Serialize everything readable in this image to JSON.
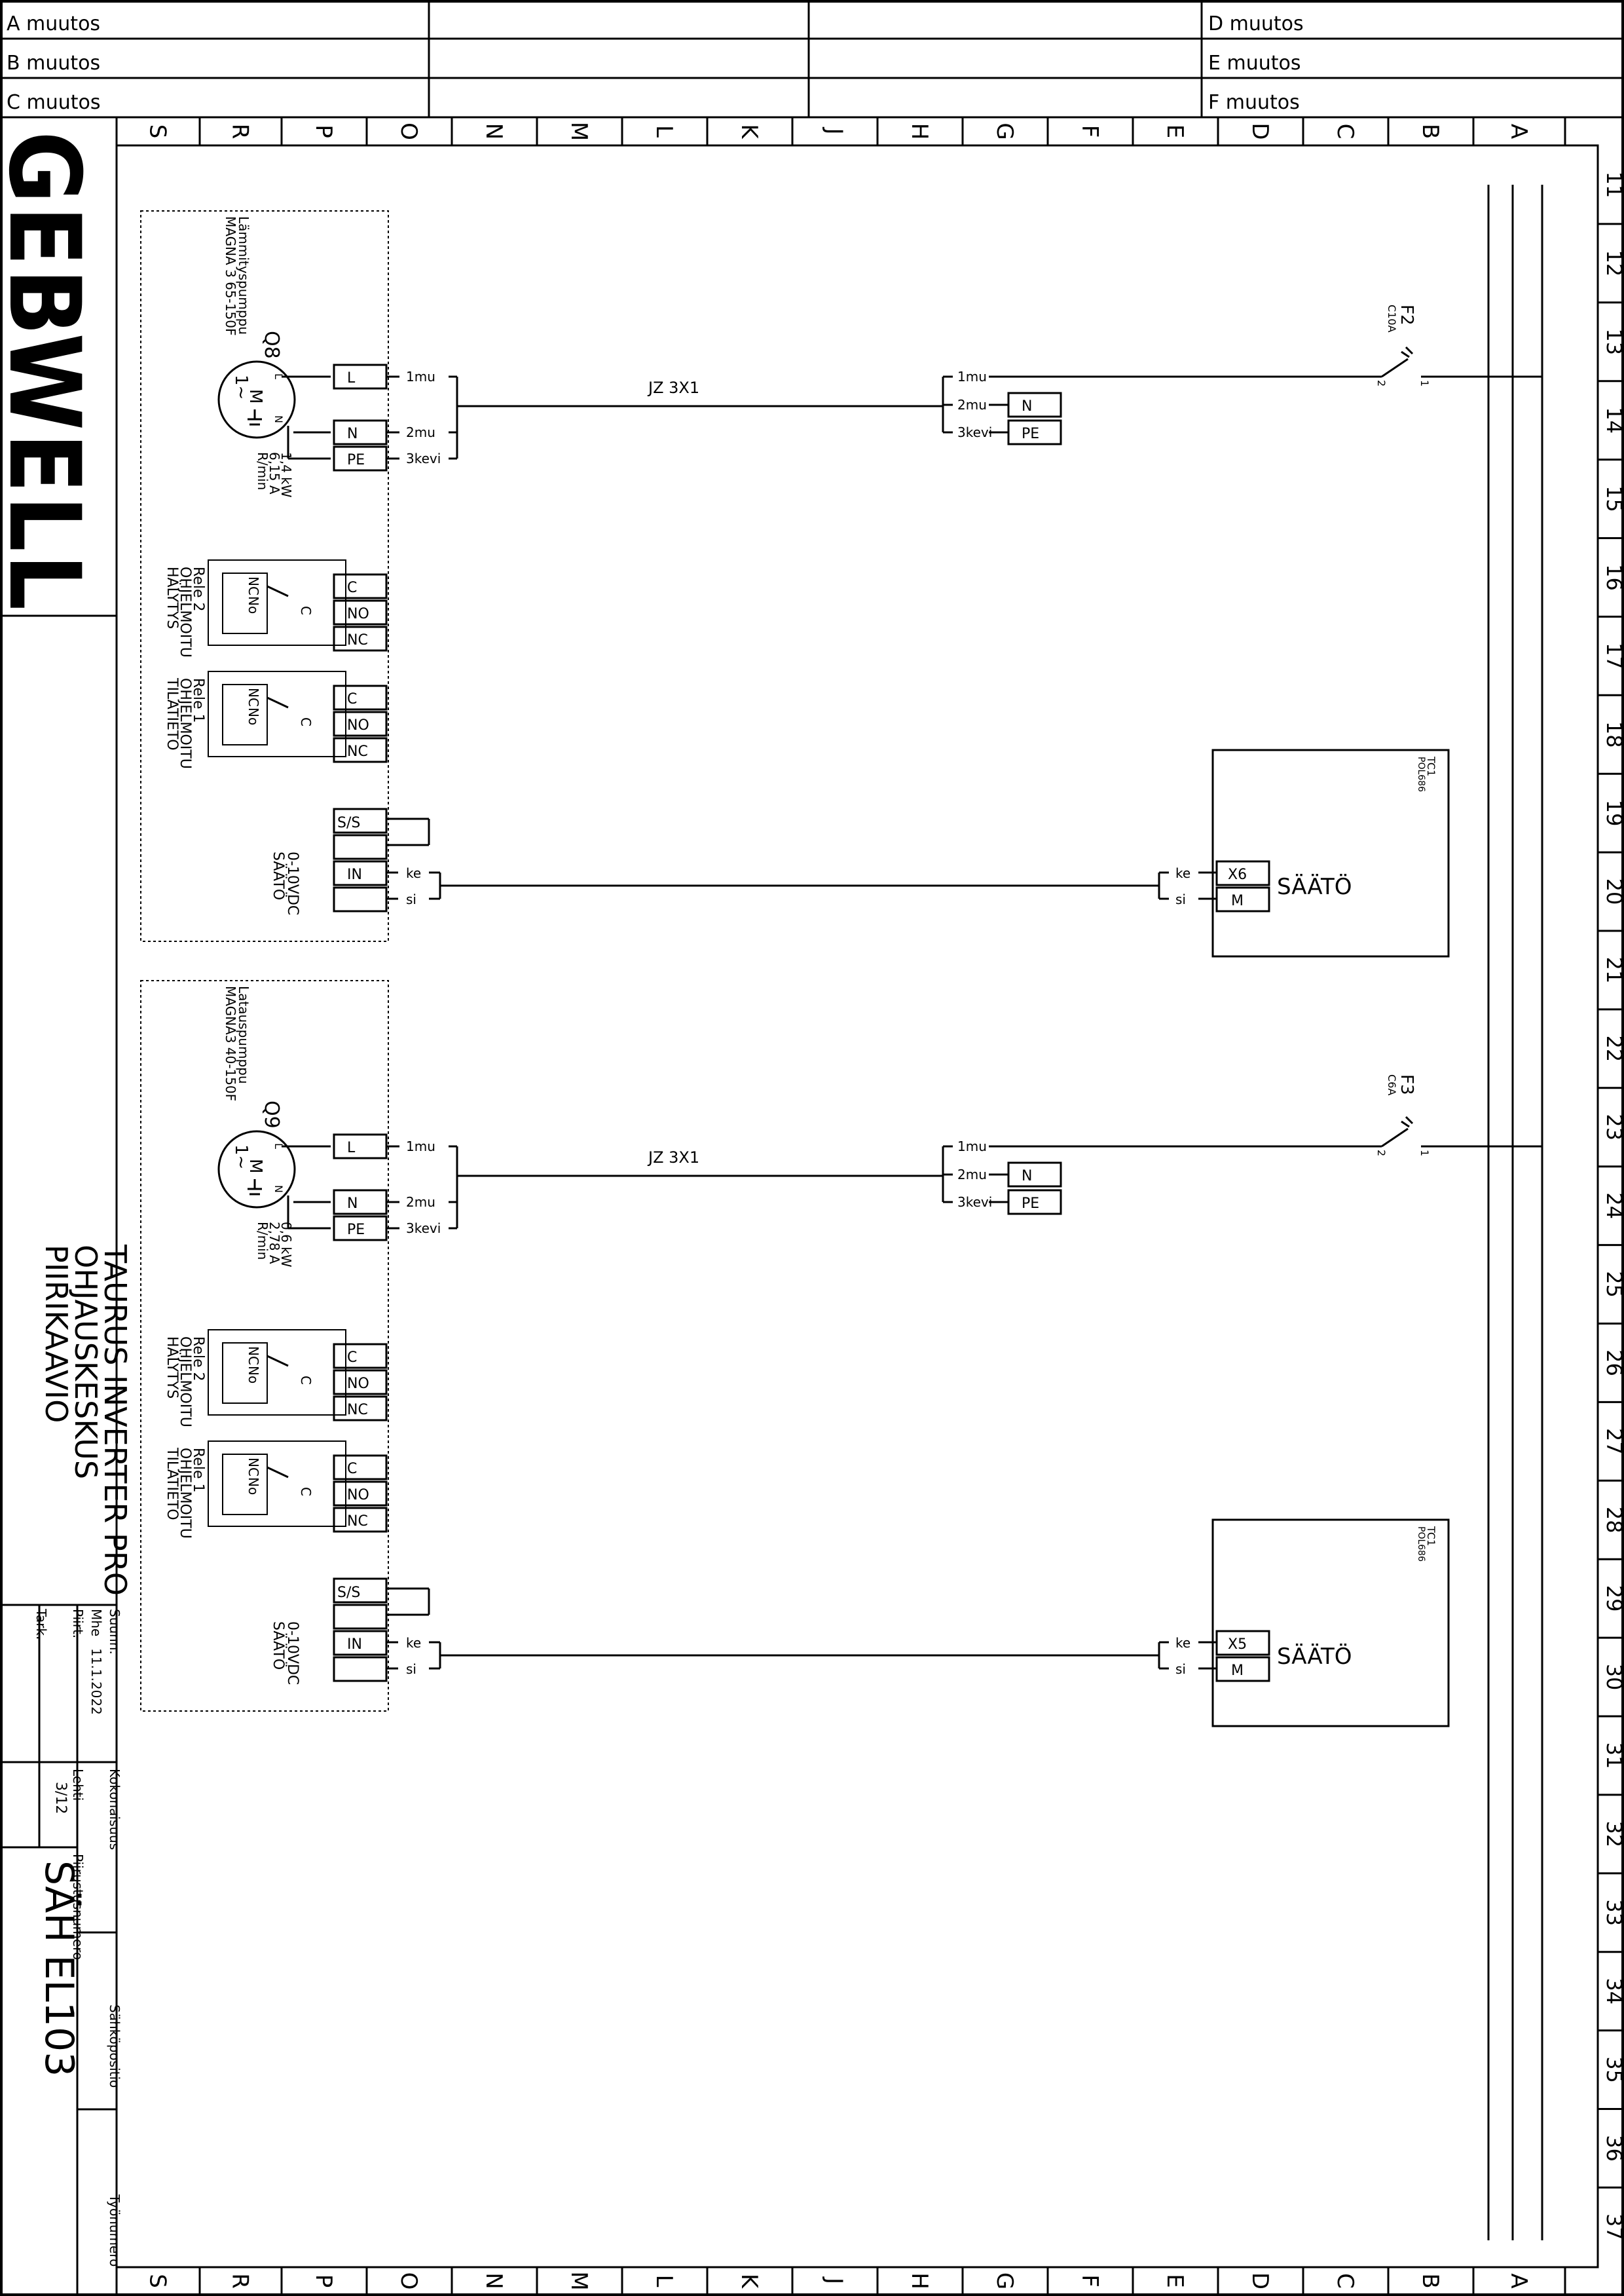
{
  "revisions": {
    "left": [
      "A muutos",
      "B muutos",
      "C muutos"
    ],
    "right": [
      "D muutos",
      "E muutos",
      "F muutos"
    ]
  },
  "zones": [
    "S",
    "R",
    "P",
    "O",
    "N",
    "M",
    "L",
    "K",
    "J",
    "H",
    "G",
    "F",
    "E",
    "D",
    "C",
    "B",
    "A"
  ],
  "rows": [
    "11",
    "12",
    "13",
    "14",
    "15",
    "16",
    "17",
    "18",
    "19",
    "20",
    "21",
    "22",
    "23",
    "24",
    "25",
    "26",
    "27",
    "28",
    "29",
    "30",
    "31",
    "32",
    "33",
    "34",
    "35",
    "36",
    "37"
  ],
  "title_block": {
    "logo": "GEBWELL",
    "title_lines": [
      "TAURUS INVERTER PRO",
      "OHJAUSKESKUS",
      "PIIRIKAAVIO"
    ],
    "suunn_label": "Suunn.",
    "mhe_label": "Mhe",
    "date": "11.1.2022",
    "piirt_label": "Piirt.",
    "tark_label": "Tark.",
    "kokonaisuus_label": "Kokonaisuus",
    "lehti_label": "Lehti",
    "lehti_value": "3/12",
    "piirustusnumero_label": "Piirustusnumero",
    "drawing_number": "SÄH EL103",
    "sahkopositio_label": "Sähköpositio",
    "tyonumero_label": "Työnumero"
  },
  "circuits": [
    {
      "pump_ref": "Q8",
      "pump_desc": [
        "Lämmityspumppu",
        "MAGNA 3 65-150F"
      ],
      "pump_spec": [
        "1,4 kW",
        "6,15 A",
        "R/min"
      ],
      "motor_m": "M",
      "motor_phase": "1~",
      "motor_l": "L",
      "motor_n": "N",
      "terminals": [
        "L",
        "N",
        "PE"
      ],
      "wires": [
        "1mu",
        "2mu",
        "3kevi"
      ],
      "cable": "JZ 3X1",
      "far_wires": [
        "1mu",
        "2mu",
        "3kevi"
      ],
      "far_terms": [
        "N",
        "PE"
      ],
      "fuse_ref": "F2",
      "fuse_rating": "C10A",
      "fuse_pin1": "1",
      "fuse_pin2": "2",
      "relay2": [
        "Rele 2",
        "OHJELMOITU",
        "HÄLYTYS"
      ],
      "relay1": [
        "Rele 1",
        "OHJELMOITU",
        "TILATIETO"
      ],
      "relay_contacts": [
        "C",
        "NO",
        "NC"
      ],
      "relay_symbol": [
        "NC",
        "No",
        "C"
      ],
      "control_terms": [
        "S/S",
        "IN"
      ],
      "control_desc": [
        "0-10VDC",
        "SÄÄTÖ"
      ],
      "signal_wires": [
        "ke",
        "si"
      ],
      "controller_ref": [
        "TC1",
        "POL686"
      ],
      "controller_terms": [
        "X6",
        "M"
      ],
      "controller_label": "SÄÄTÖ"
    },
    {
      "pump_ref": "Q9",
      "pump_desc": [
        "Latauspumppu",
        "MAGNA3 40-150F"
      ],
      "pump_spec": [
        "0,6 kW",
        "2,78 A",
        "R/min"
      ],
      "motor_m": "M",
      "motor_phase": "1~",
      "motor_l": "L",
      "motor_n": "N",
      "terminals": [
        "L",
        "N",
        "PE"
      ],
      "wires": [
        "1mu",
        "2mu",
        "3kevi"
      ],
      "cable": "JZ 3X1",
      "far_wires": [
        "1mu",
        "2mu",
        "3kevi"
      ],
      "far_terms": [
        "N",
        "PE"
      ],
      "fuse_ref": "F3",
      "fuse_rating": "C6A",
      "fuse_pin1": "1",
      "fuse_pin2": "2",
      "relay2": [
        "Rele 2",
        "OHJELMOITU",
        "HÄLYTYS"
      ],
      "relay1": [
        "Rele 1",
        "OHJELMOITU",
        "TILATIETO"
      ],
      "relay_contacts": [
        "C",
        "NO",
        "NC"
      ],
      "relay_symbol": [
        "NC",
        "No",
        "C"
      ],
      "control_terms": [
        "S/S",
        "IN"
      ],
      "control_desc": [
        "0-10VDC",
        "SÄÄTÖ"
      ],
      "signal_wires": [
        "ke",
        "si"
      ],
      "controller_ref": [
        "TC1",
        "POL686"
      ],
      "controller_terms": [
        "X5",
        "M"
      ],
      "controller_label": "SÄÄTÖ"
    }
  ]
}
